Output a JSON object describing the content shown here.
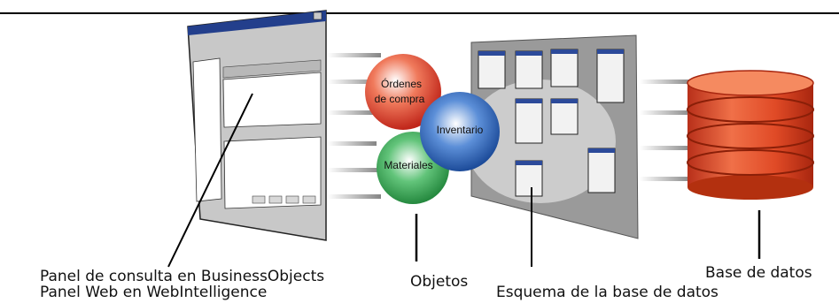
{
  "objects": {
    "ordenes_line1": "Órdenes",
    "ordenes_line2": "de compra",
    "inventario": "Inventario",
    "materiales": "Materiales"
  },
  "captions": {
    "panel_line1": "Panel de consulta en BusinessObjects",
    "panel_line2": "Panel Web en WebIntelligence",
    "objetos": "Objetos",
    "esquema": "Esquema de la base de datos",
    "base_datos": "Base de datos"
  },
  "colors": {
    "ordenes": "#d63b26",
    "inventario": "#1f5fb4",
    "materiales": "#2ea64a",
    "database": "#e0522a",
    "window_title": "#233f8c"
  }
}
